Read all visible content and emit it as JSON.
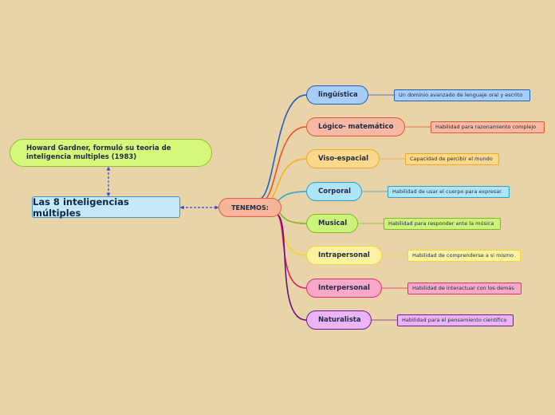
{
  "center": {
    "label": "Las 8 inteligencias múltiples"
  },
  "note": {
    "label": "Howard Gardner, formuló su teoria de inteligencia multiples (1983)"
  },
  "hub": {
    "label": "TENEMOS:"
  },
  "branches": [
    {
      "label": "lingüística",
      "detail": "Un dominio avanzado de lenguaje oral y escrito",
      "fill": "#a8cdf8",
      "stroke": "#2060c0",
      "line": "#2060c0"
    },
    {
      "label": "Lógico- matemático",
      "detail": "Habilidad para razonamiento  complejo",
      "fill": "#f8b8a4",
      "stroke": "#e05a30",
      "line": "#f0502a"
    },
    {
      "label": "Viso-espacial",
      "detail": "Capacidad de percibir el mundo",
      "fill": "#fcd98a",
      "stroke": "#f0a820",
      "line": "#f8b020"
    },
    {
      "label": "Corporal",
      "detail": "Habilidad de usar el cuerpo para expresar.",
      "fill": "#b0e4f8",
      "stroke": "#2aa0d0",
      "line": "#30a8d8"
    },
    {
      "label": "Musical",
      "detail": "Habilidad para responder ante la música",
      "fill": "#ccf47c",
      "stroke": "#84b820",
      "line": "#84b820"
    },
    {
      "label": "Intrapersonal",
      "detail": "Habilidad de comprenderse a si mismo",
      "fill": "#fcf2a4",
      "stroke": "#f0d830",
      "line": "#f0d820"
    },
    {
      "label": "Interpersonal",
      "detail": "Habilidad de interactuar con los demás",
      "fill": "#f8a8c8",
      "stroke": "#e0306c",
      "line": "#e82060"
    },
    {
      "label": "Naturalista",
      "detail": "Habilidad para el pensamiento científico",
      "fill": "#ecb4f8",
      "stroke": "#6a2090",
      "line": "#6a1080"
    }
  ]
}
